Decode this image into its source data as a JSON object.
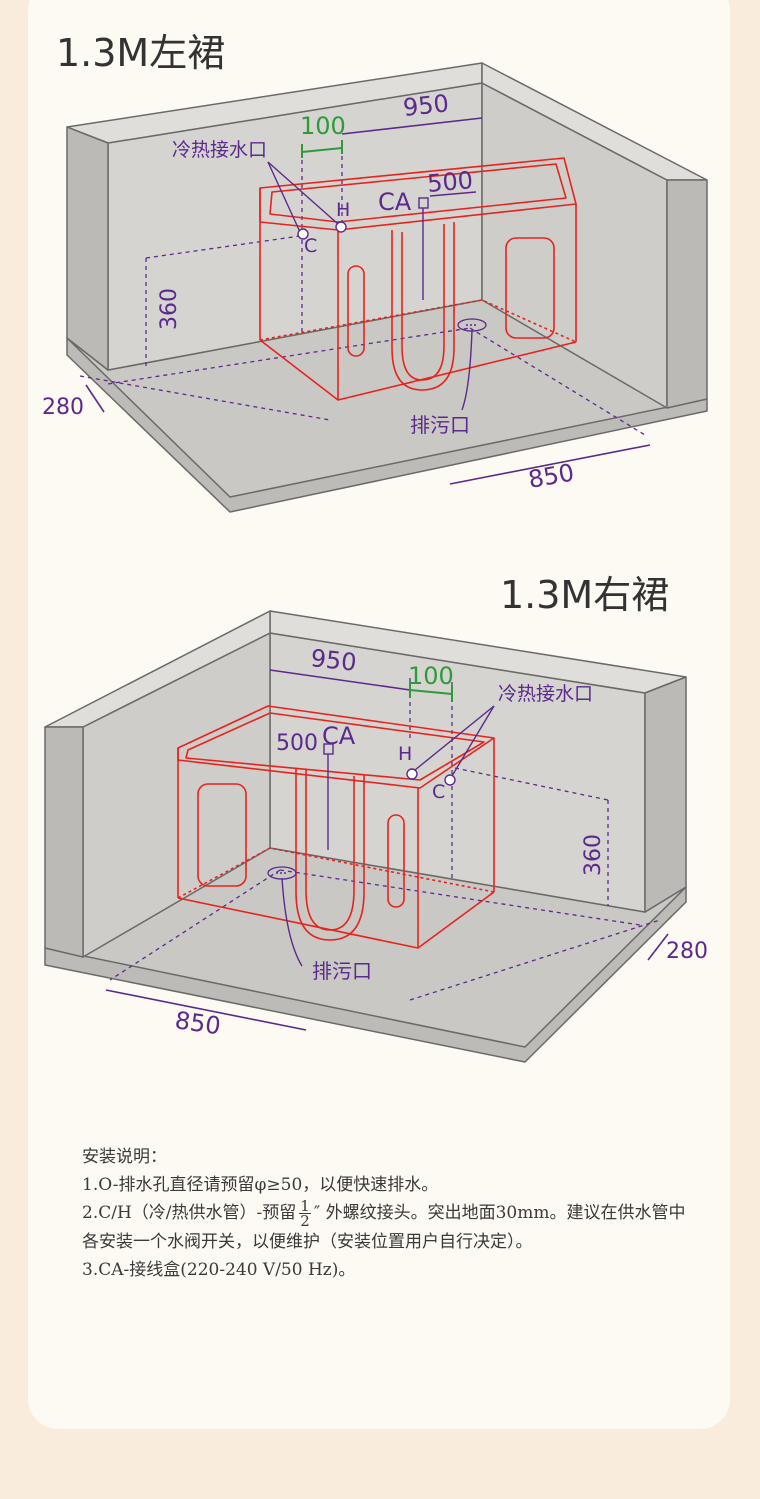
{
  "colors": {
    "wall": "#d8d6d2",
    "wall_edge": "#6a6a6a",
    "floor": "#cac8c4",
    "tub": "#e8231e",
    "dim": "#5b2a8c",
    "green": "#2e9b3b"
  },
  "left_diagram": {
    "title": "1.3M左裙",
    "inlet_label": "冷热接水口",
    "dim_100": "100",
    "dim_950": "950",
    "dim_500": "500",
    "dim_360": "360",
    "dim_280": "280",
    "dim_850": "850",
    "label_h": "H",
    "label_c": "C",
    "label_ca": "CA",
    "drain_label": "排污口"
  },
  "right_diagram": {
    "title": "1.3M右裙",
    "inlet_label": "冷热接水口",
    "dim_100": "100",
    "dim_950": "950",
    "dim_500": "500",
    "dim_360": "360",
    "dim_280": "280",
    "dim_850": "850",
    "label_h": "H",
    "label_c": "C",
    "label_ca": "CA",
    "drain_label": "排污口"
  },
  "notes": {
    "heading": "安装说明：",
    "line1": "1.O-排水孔直径请预留φ≥50，以便快速排水。",
    "line2_a": "2.C/H（冷/热供水管）-预留",
    "line2_frac_num": "1",
    "line2_frac_den": "2",
    "line2_b": "″ 外螺纹接头。突出地面30mm。建议在供水管中各安装一个水阀开关，以便维护（安装位置用户自行决定）。",
    "line3": "3.CA-接线盒(220-240 V/50 Hz)。"
  }
}
